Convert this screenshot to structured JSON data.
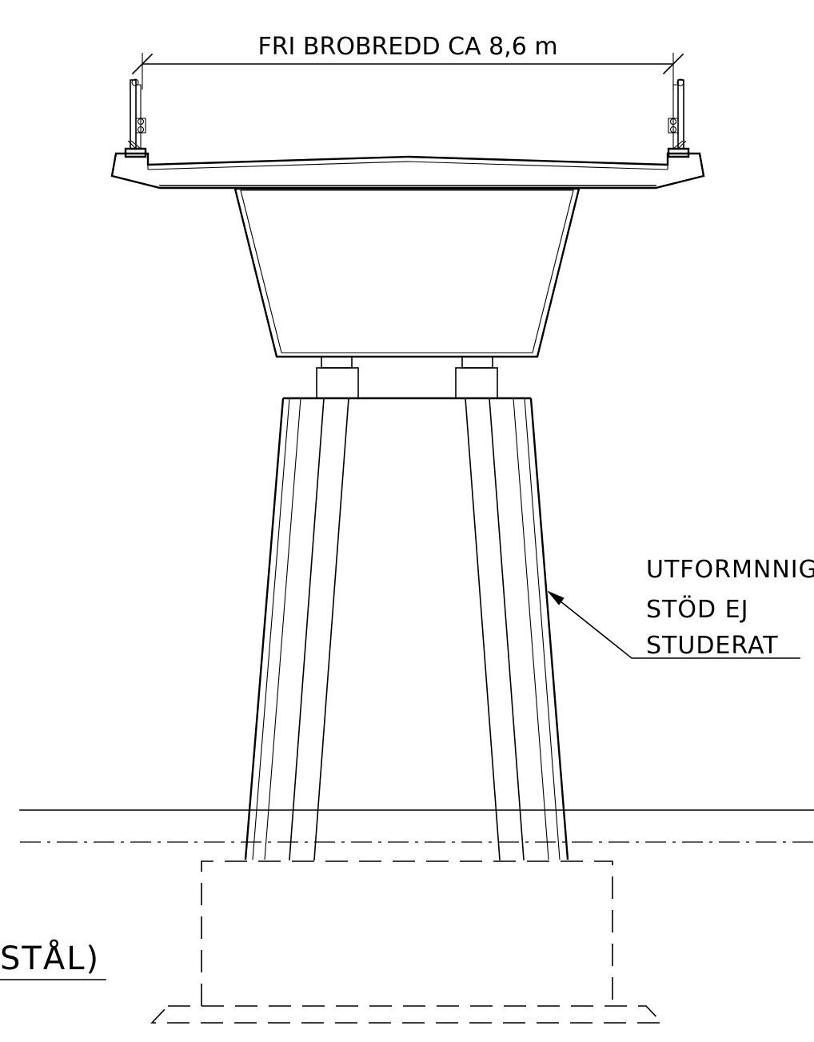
{
  "dimension": {
    "label": "FRI BROBREDD CA 8,6 m"
  },
  "note": {
    "lines": [
      "UTFORMNNIG",
      "STÖD EJ",
      "STUDERAT"
    ]
  },
  "cutoff_label": {
    "text": "STÅL)"
  },
  "colors": {
    "line": "#000000",
    "background": "#ffffff"
  }
}
